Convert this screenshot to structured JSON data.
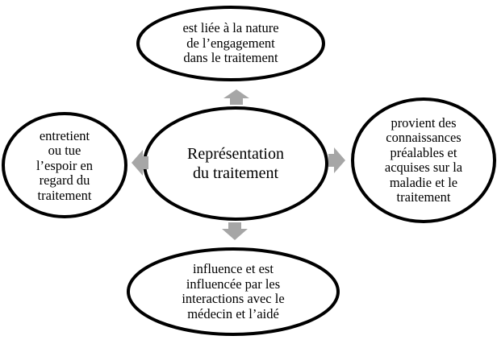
{
  "diagram": {
    "center": {
      "text": "Représentation\ndu traitement"
    },
    "top": {
      "text": "est liée à la nature\nde l’engagement\ndans le traitement"
    },
    "left": {
      "text": "entretient\nou tue\nl’espoir en\nregard du\ntraitement"
    },
    "right": {
      "text": "provient des\nconnaissances\npréalables et\nacquises sur la\nmaladie et le\ntraitement"
    },
    "bottom": {
      "text": "influence et est\ninfluencée par les\ninteractions avec le\nmédecin et l’aidé"
    }
  },
  "colors": {
    "outline": "#000000",
    "arrow": "#a6a6a6",
    "background": "#ffffff"
  }
}
